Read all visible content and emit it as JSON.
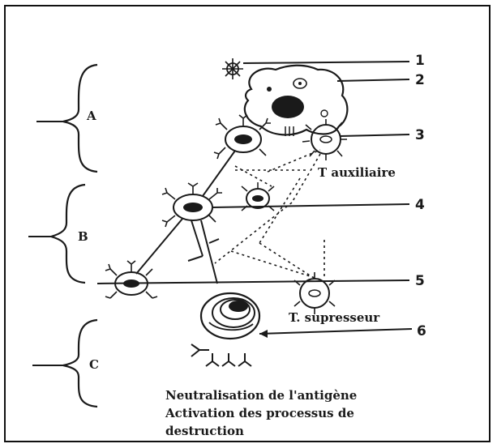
{
  "brackets": [
    {
      "label": "A"
    },
    {
      "label": "B"
    },
    {
      "label": "C"
    }
  ],
  "numbers": [
    "1",
    "2",
    "3",
    "4",
    "5",
    "6"
  ],
  "cell_labels": {
    "t_auxiliaire": "T auxiliaire",
    "t_supresseur": "T. supresseur"
  },
  "caption": [
    "Neutralisation de l'antigène",
    "Activation des processus de",
    "destruction"
  ]
}
